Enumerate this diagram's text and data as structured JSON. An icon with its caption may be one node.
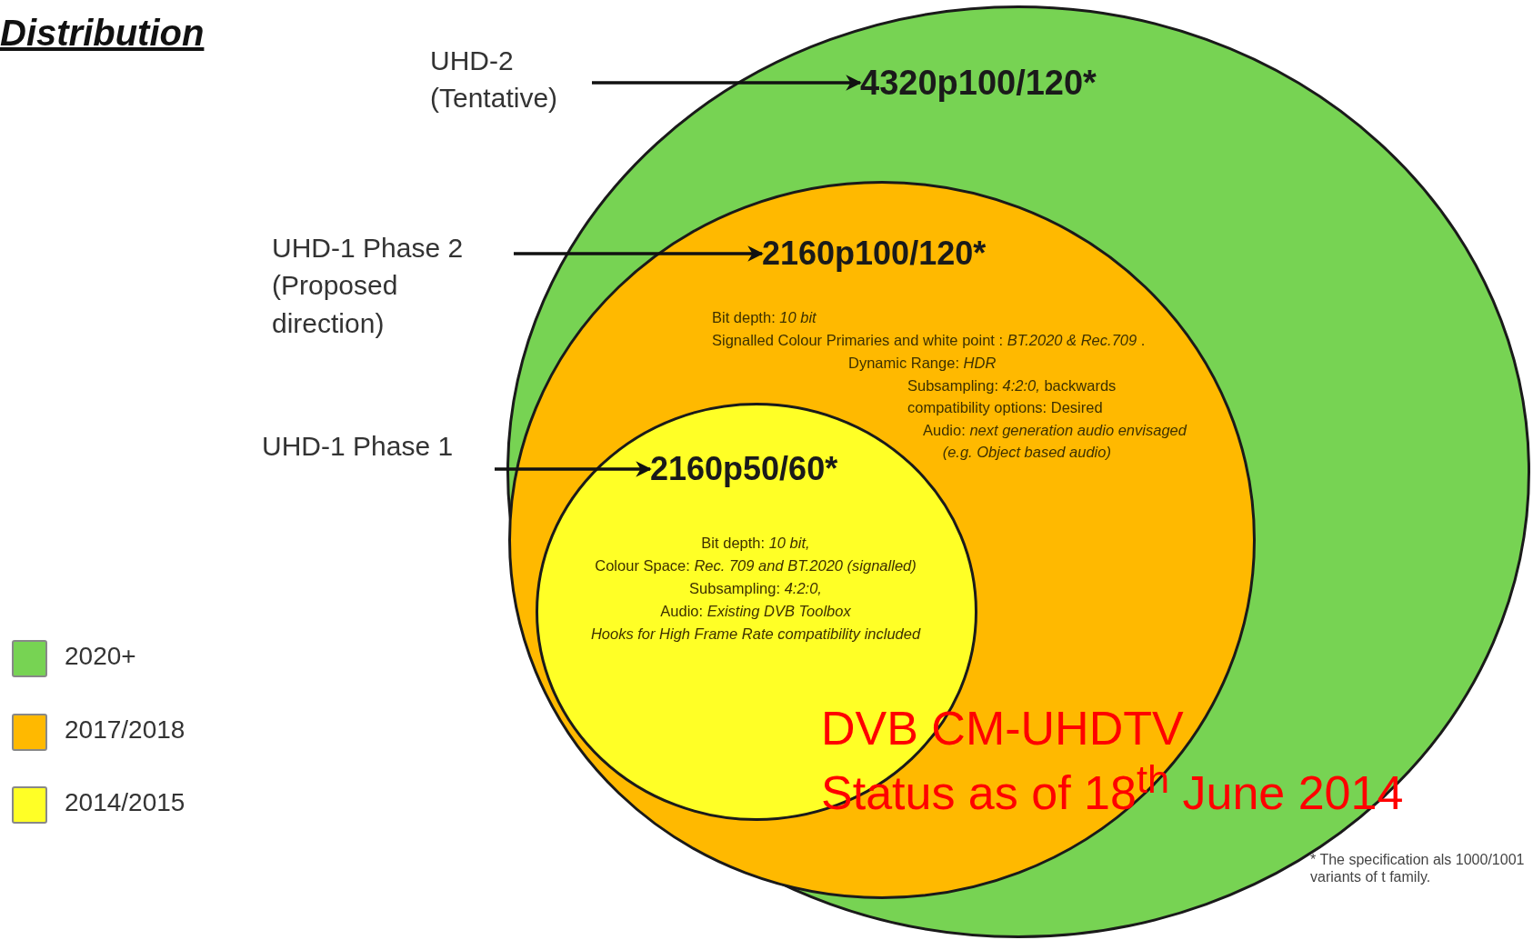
{
  "diagram": {
    "title": "Distribution",
    "nodes": [
      {
        "text": [
          "UHD-2 (Tentative)"
        ]
      },
      {
        "text": [],
        "shape": "circle"
      },
      {
        "text": [
          "4320p100/120*"
        ],
        "in": 1
      },
      {
        "text": [
          "UHD-1 Phase 2 (Proposed direction)"
        ]
      },
      {
        "text": [
          "Bit depth: *10 bit*",
          "Signalled Colour Primaries and white point : *BT.2020 & Rec.709* .",
          "Dynamic Range: *HDR*",
          "Subsampling: *4:2:0,* backwards compatibility options: Desired",
          "Audio: *next generation audio envisaged (e.g. Object based audio)*"
        ],
        "in": 1
      },
      {
        "text": [
          "2160p100/120*"
        ],
        "in": 4
      },
      {
        "text": [
          "UHD-1 Phase 1"
        ]
      },
      {
        "text": [
          "Bit depth: *10 bit,*",
          "Colour Space: *Rec. 709 and BT.2020 (signalled)*",
          "Subsampling: *4:2:0,*",
          "Audio: *Existing DVB Toolbox*",
          "*Hooks for High Frame Rate compatibility included*"
        ],
        "in": 4
      },
      {
        "text": [
          "2160p50/60*"
        ],
        "in": 7
      }
    ],
    "edges": [
      {
        "from": 0,
        "to": 2,
        "arrow": "to"
      },
      {
        "from": 3,
        "to": 5,
        "arrow": "to"
      },
      {
        "from": 6,
        "to": 8,
        "arrow": "to"
      }
    ],
    "labels": [
      "DVB CM-UHDTV",
      "Status as of 18$^{th}$ June 2014",
      "* The specification als 1000/1001 variants of t family."
    ],
    "legend": [
      {
        "text": "2020+",
        "color": "#77d353"
      },
      {
        "text": "2017/2018",
        "color": "#ffb900"
      },
      {
        "text": "2014/2015",
        "color": "#ffff26"
      }
    ]
  }
}
